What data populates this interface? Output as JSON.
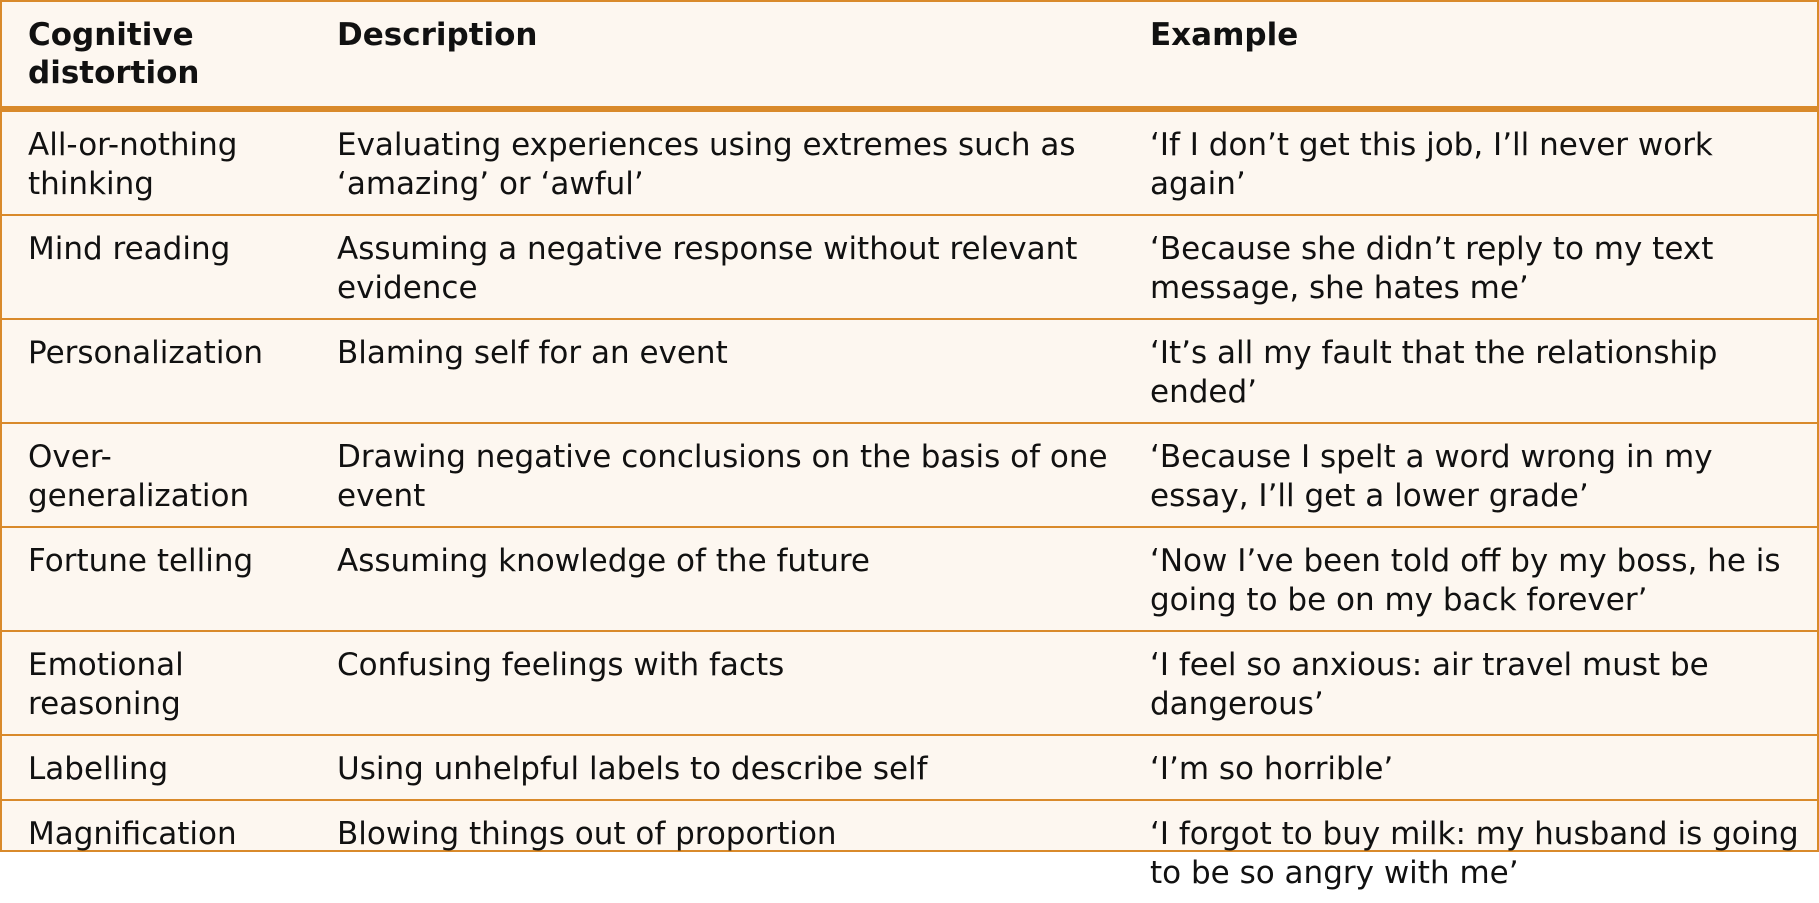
{
  "table": {
    "headers": [
      "Cognitive distortion",
      "Description",
      "Example"
    ],
    "rows": [
      [
        "All-or-nothing thinking",
        "Evaluating experiences using extremes such as ‘amazing’ or ‘awful’",
        "‘If I don’t get this job, I’ll never work again’"
      ],
      [
        "Mind reading",
        "Assuming a negative response without relevant evidence",
        "‘Because she didn’t reply to my text message, she hates me’"
      ],
      [
        "Personalization",
        "Blaming self for an event",
        "‘It’s all my fault that the relationship ended’"
      ],
      [
        "Over-generalization",
        "Drawing negative conclusions on the basis of one event",
        "‘Because I spelt a word wrong in my essay, I’ll get a lower grade’"
      ],
      [
        "Fortune telling",
        "Assuming knowledge of the future",
        "‘Now I’ve been told off by my boss, he is going to be on my back forever’"
      ],
      [
        "Emotional reasoning",
        "Confusing feelings with facts",
        "‘I feel so anxious: air travel must be dangerous’"
      ],
      [
        "Labelling",
        "Using unhelpful labels to describe self",
        "‘I’m so horrible’"
      ],
      [
        "Magnification",
        "Blowing things out of proportion",
        "‘I forgot to buy milk: my husband is going to be so angry with me’"
      ]
    ]
  },
  "colors": {
    "border": "#d98a2b",
    "background": "#fdf7f0",
    "text": "#111111"
  }
}
